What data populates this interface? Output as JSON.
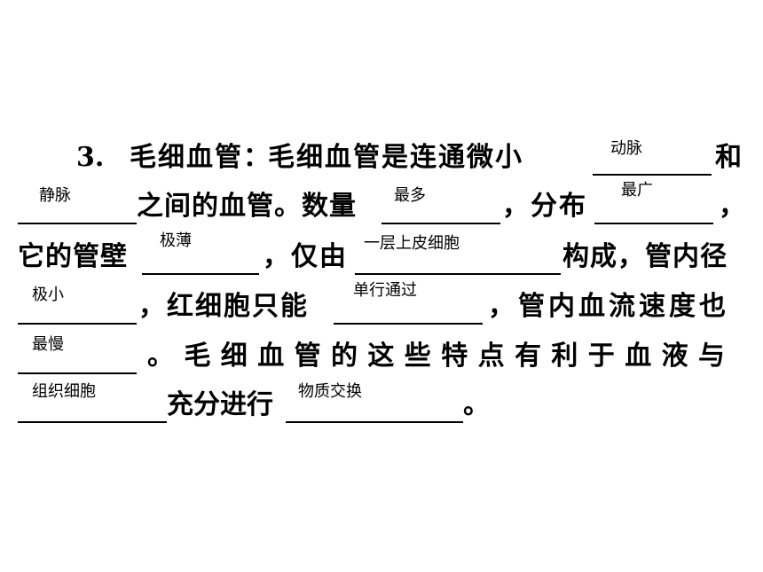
{
  "question": {
    "number": "3",
    "title": "毛细血管：",
    "line1_text": "毛细血管是连通微小",
    "line1_end": "和",
    "line2_mid1": "之间的血管。数量",
    "line2_mid2": "，分布",
    "line2_end": "，",
    "line3_start": "它的管壁",
    "line3_mid": "，仅由",
    "line3_end": "构成，管内径",
    "line4_mid": "，红细胞只能",
    "line4_end": "，管内血流速度也",
    "line5_end": "。毛细血管的这些特点有利于血液与",
    "line6_mid": "充分进行",
    "line6_end": "。"
  },
  "answers": {
    "a1": "动脉",
    "a2": "静脉",
    "a3": "最多",
    "a4": "最广",
    "a5": "极薄",
    "a6": "一层上皮细胞",
    "a7": "极小",
    "a8": "单行通过",
    "a9": "最慢",
    "a10": "组织细胞",
    "a11": "物质交换"
  }
}
